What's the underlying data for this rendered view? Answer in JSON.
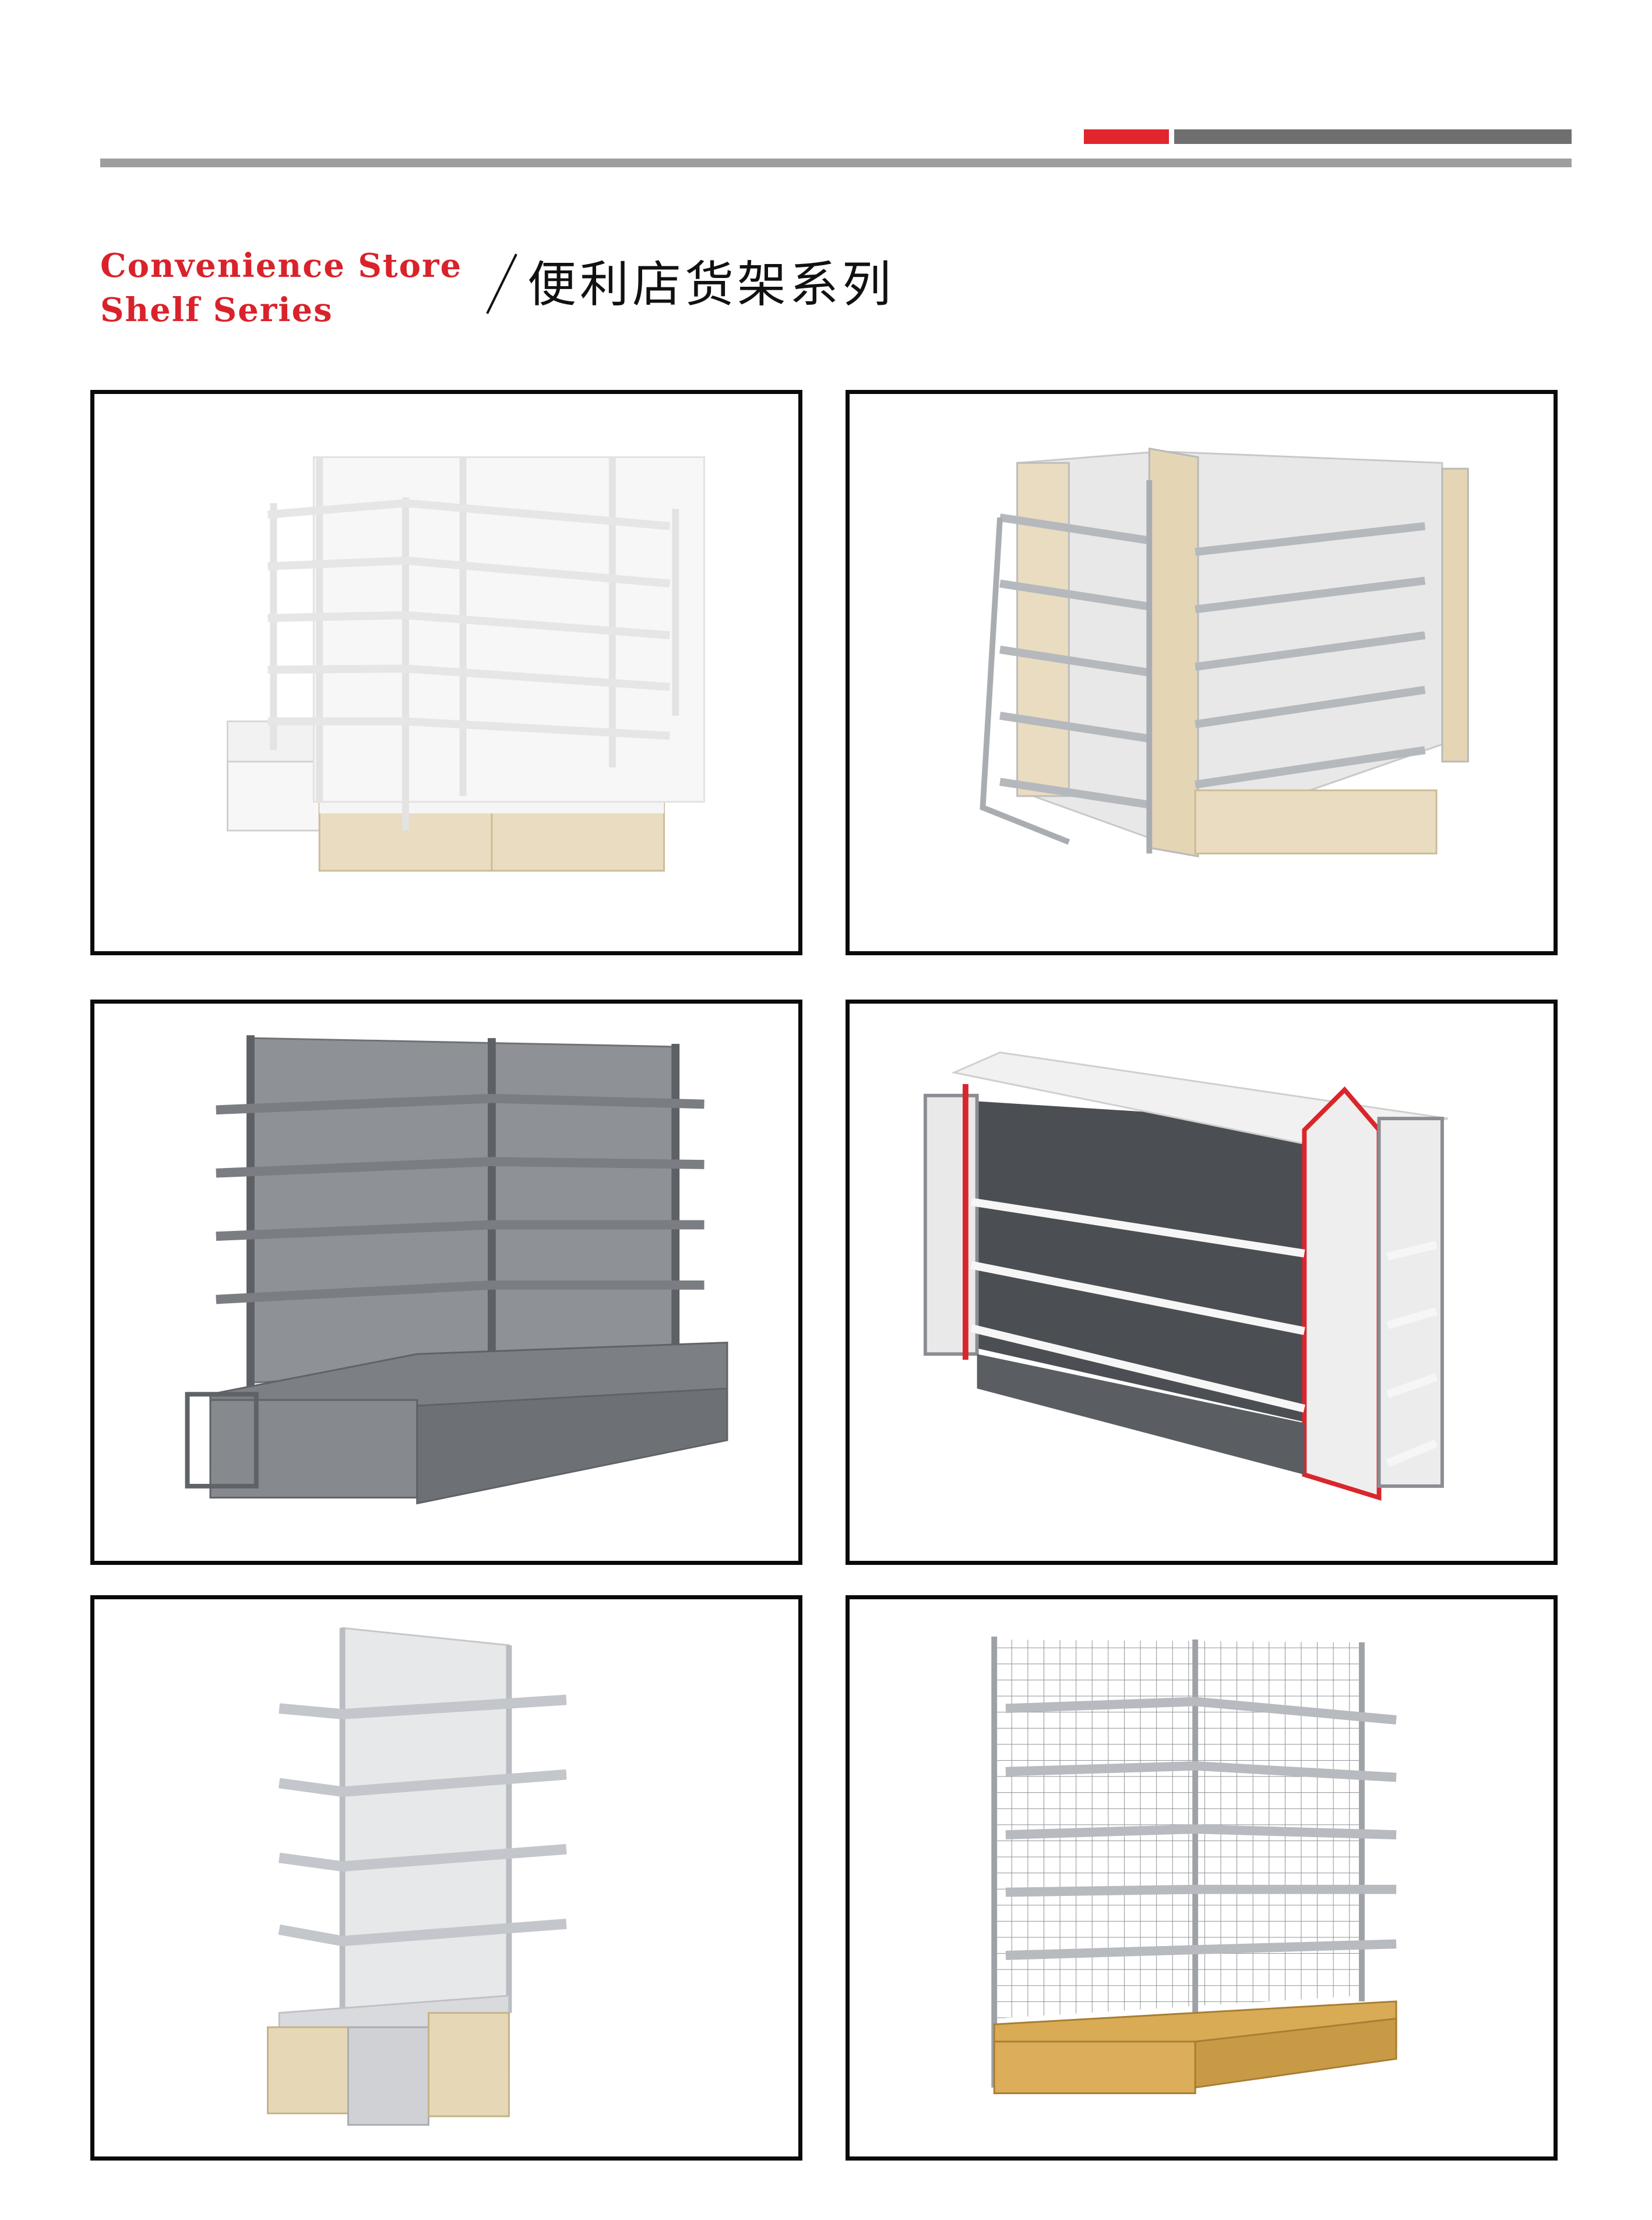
{
  "header": {
    "title_en_line1": "Convenience Store",
    "title_en_line2": "Shelf Series",
    "title_cn": "便利店货架系列",
    "accent_color": "#e1262d",
    "rule_color": "#9e9e9e"
  },
  "products": [
    {
      "icon": "white-gondola-shelf-icon"
    },
    {
      "icon": "gray-wood-gondola-shelf-icon"
    },
    {
      "icon": "dark-gray-wall-shelf-icon"
    },
    {
      "icon": "pegboard-island-shelf-icon"
    },
    {
      "icon": "light-gray-end-shelf-icon"
    },
    {
      "icon": "wire-mesh-wall-shelf-icon"
    }
  ]
}
